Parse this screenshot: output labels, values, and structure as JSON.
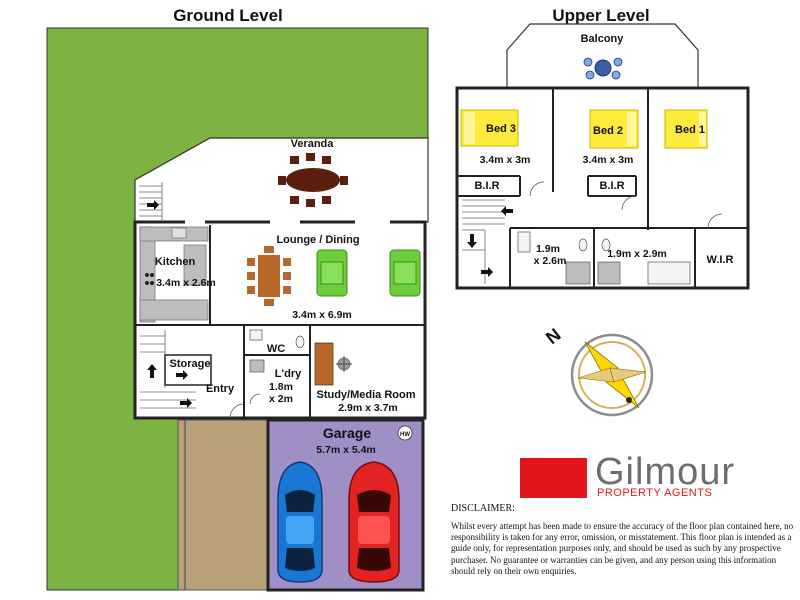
{
  "titles": {
    "ground": "Ground Level",
    "upper": "Upper Level"
  },
  "ground_rooms": {
    "veranda": "Veranda",
    "lounge": "Lounge / Dining",
    "lounge_dim": "3.4m x 6.9m",
    "kitchen": "Kitchen",
    "kitchen_dim": "3.4m x 2.6m",
    "storage": "Storage",
    "entry": "Entry",
    "wc": "WC",
    "laundry": "L'dry",
    "laundry_dim1": "1.8m",
    "laundry_dim2": "x 2m",
    "study": "Study/Media Room",
    "study_dim": "2.9m x 3.7m",
    "garage": "Garage",
    "garage_dim": "5.7m x 5.4m",
    "hw": "HW"
  },
  "upper_rooms": {
    "balcony": "Balcony",
    "bed3": "Bed 3",
    "bed2": "Bed 2",
    "bed1": "Bed 1",
    "bed3_dim": "3.4m x 3m",
    "bed2_dim": "3.4m x 3m",
    "bir1": "B.I.R",
    "bir2": "B.I.R",
    "bath1_dim1": "1.9m",
    "bath1_dim2": "x 2.6m",
    "bath2_dim": "1.9m x 2.9m",
    "wir": "W.I.R"
  },
  "compass": {
    "north": "N"
  },
  "logo": {
    "name": "Gilmour",
    "subtitle": "PROPERTY AGENTS",
    "red": "#e3161b",
    "grey": "#6d6d6d"
  },
  "disclaimer": {
    "title": "DISCLAIMER:",
    "body": "Whilst every attempt has been made to ensure the accuracy of the floor plan contained here, no responsibility is taken for any error, omission, or misstatement. This floor plan is intended as a guide only, for representation purposes only, and should be used as such by any prospective purchaser. No guarantee or warranties can be given, and any person using this information should rely on their own enquiries."
  },
  "colors": {
    "lawn": "#7cb342",
    "garage": "#9f8fc6",
    "driveway": "#b9a27a",
    "bed": "#ffeb3b",
    "sofa": "#6ccf3a",
    "table": "#b8682a"
  }
}
